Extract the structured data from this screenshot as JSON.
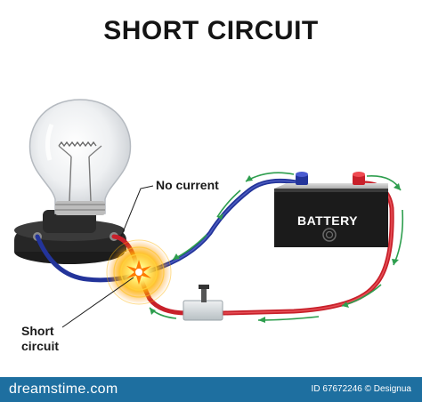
{
  "title": "SHORT CIRCUIT",
  "labels": {
    "no_current": "No current",
    "short_circuit_line1": "Short",
    "short_circuit_line2": "circuit",
    "battery": "BATTERY"
  },
  "footer": {
    "site": "dreamstime.com",
    "id_text": "ID 67672246 © Designua"
  },
  "colors": {
    "positive_wire": "#c8202a",
    "negative_wire": "#23349a",
    "current_arrows": "#2e9e4e",
    "battery_body": "#1b1b1b",
    "spark": "#ffb300",
    "footer_bar": "#1e6fa0"
  }
}
